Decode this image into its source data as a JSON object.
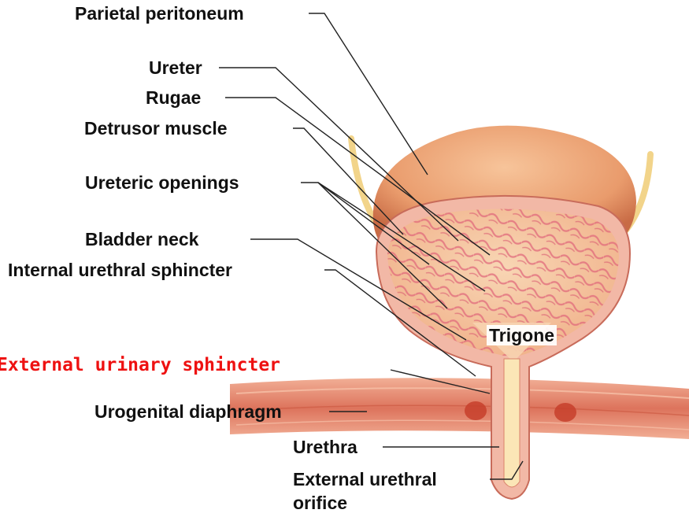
{
  "labels": {
    "parietal_peritoneum": "Parietal peritoneum",
    "ureter": "Ureter",
    "rugae": "Rugae",
    "detrusor_muscle": "Detrusor muscle",
    "ureteric_openings": "Ureteric openings",
    "bladder_neck": "Bladder neck",
    "internal_urethral_sphincter": "Internal urethral sphincter",
    "external_urinary_sphincter": "External urinary sphincter",
    "trigone": "Trigone",
    "urogenital_diaphragm": "Urogenital diaphragm",
    "urethra": "Urethra",
    "external_urethral": "External urethral",
    "orifice": "orifice"
  },
  "colors": {
    "label_text": "#111111",
    "highlight_label": "#ee1111",
    "leader_line": "#222222",
    "peritoneum": "#e8a070",
    "bladder_wall": "#f2b8a6",
    "mucosa": "#f6c9a8",
    "rugae": "#e0687a",
    "ureter": "#f2d48a",
    "muscle": "#e07a5c",
    "urethra_lumen": "#fbe6b6"
  }
}
